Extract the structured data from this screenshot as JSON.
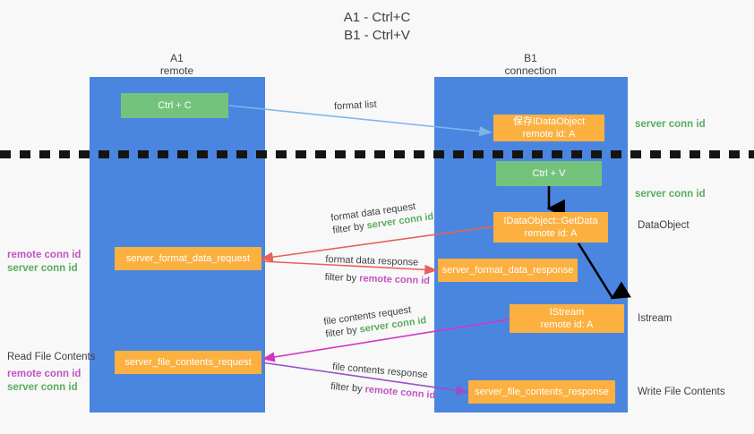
{
  "title": {
    "line1": "A1 - Ctrl+C",
    "line2": "B1 - Ctrl+V"
  },
  "columns": {
    "left": {
      "name": "A1",
      "subtitle": "remote"
    },
    "right": {
      "name": "B1",
      "subtitle": "connection"
    }
  },
  "boxes": {
    "ctrl_c": "Ctrl + C",
    "ctrl_v": "Ctrl + V",
    "save_idataobject": {
      "line1": "保存IDataObject",
      "line2": "remote id: A"
    },
    "getdata": {
      "line1": "IDataObject::GetData",
      "line2": "remote id: A"
    },
    "istream": {
      "line1": "IStream",
      "line2": "remote id: A"
    },
    "server_format_data_request": "server_format_data_request",
    "server_format_data_response": "server_format_data_response",
    "server_file_contents_request": "server_file_contents_request",
    "server_file_contents_response": "server_file_contents_response"
  },
  "arrow_labels": {
    "format_list": "format list",
    "format_data_request": "format data request",
    "format_data_response": "format data response",
    "file_contents_request": "file contents request",
    "file_contents_response": "file contents response",
    "filter_by": "filter by ",
    "server_conn_id": "server conn id",
    "remote_conn_id": "remote conn id"
  },
  "right_labels": {
    "server_conn_id_top": "server conn id",
    "server_conn_id_mid": "server conn id",
    "dataobject": "DataObject",
    "istream": "Istream",
    "write_file_contents": "Write File Contents"
  },
  "left_labels": {
    "remote_conn_id_1": "remote conn id",
    "server_conn_id_1": "server conn id",
    "read_file_contents": "Read File Contents",
    "remote_conn_id_2": "remote conn id",
    "server_conn_id_2": "server conn id"
  },
  "colors": {
    "lane": "#4a86e0",
    "green_box": "#74c37c",
    "orange_box": "#fbb040",
    "green_text": "#5aab5f",
    "purple_text": "#c154c1",
    "arrow_light_blue": "#7fb6ea",
    "arrow_red": "#e8615a",
    "arrow_magenta": "#d633c6",
    "arrow_purple": "#9b4ec9",
    "arrow_black": "#000000",
    "background": "#f8f8f8"
  }
}
